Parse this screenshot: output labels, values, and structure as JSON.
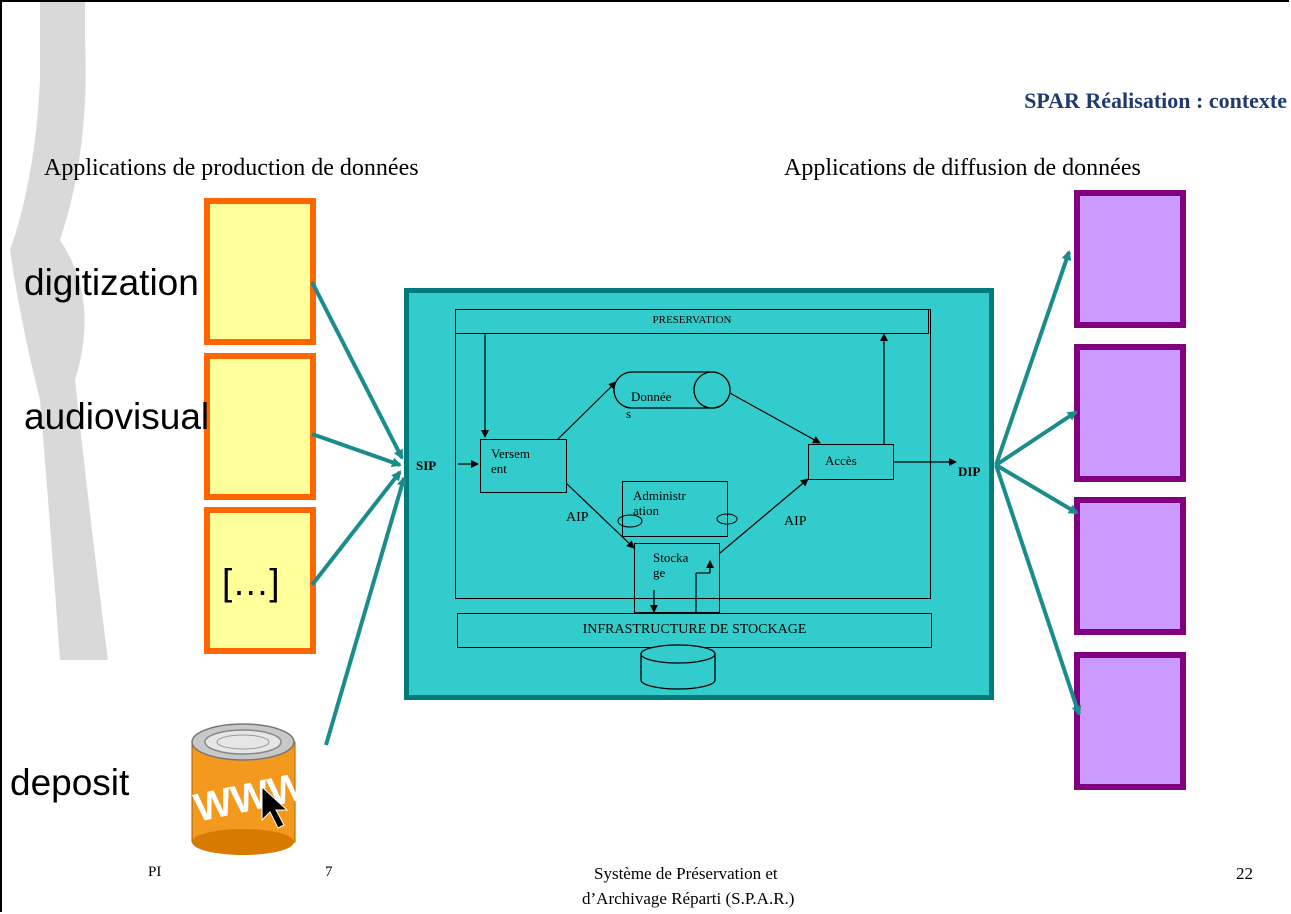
{
  "slide": {
    "title": "SPAR Réalisation : contexte",
    "left_heading": "Applications de production de données",
    "right_heading": "Applications de diffusion de données"
  },
  "sources": {
    "digitization": "digitization",
    "audiovisual": "audiovisual",
    "other": "[…]",
    "deposit": "deposit"
  },
  "system": {
    "preservation": "PRESERVATION",
    "versement": "Versem\nent",
    "donnees": "Donnée\ns",
    "administration": "Administr\nation",
    "acces": "Accès",
    "stockage": "Stocka\nge",
    "infrastructure": "INFRASTRUCTURE DE STOCKAGE",
    "sip": "SIP",
    "dip": "DIP",
    "aip_left": "AIP",
    "aip_right": "AIP"
  },
  "footer": {
    "left": "PI",
    "mid_num": "7",
    "center_line1": "Système de Préservation et",
    "center_line2": "d’Archivage Réparti (S.P.A.R.)",
    "page": "22"
  },
  "icons": {
    "deposit": "www-can-icon",
    "cursor": "cursor-icon"
  },
  "colors": {
    "teal": "#33cccc",
    "arrow": "#1a8c8c",
    "yellow": "#ffff99",
    "orange": "#ff6600",
    "purple": "#cc99ff",
    "purple_border": "#800080",
    "title": "#1f3a6e"
  }
}
